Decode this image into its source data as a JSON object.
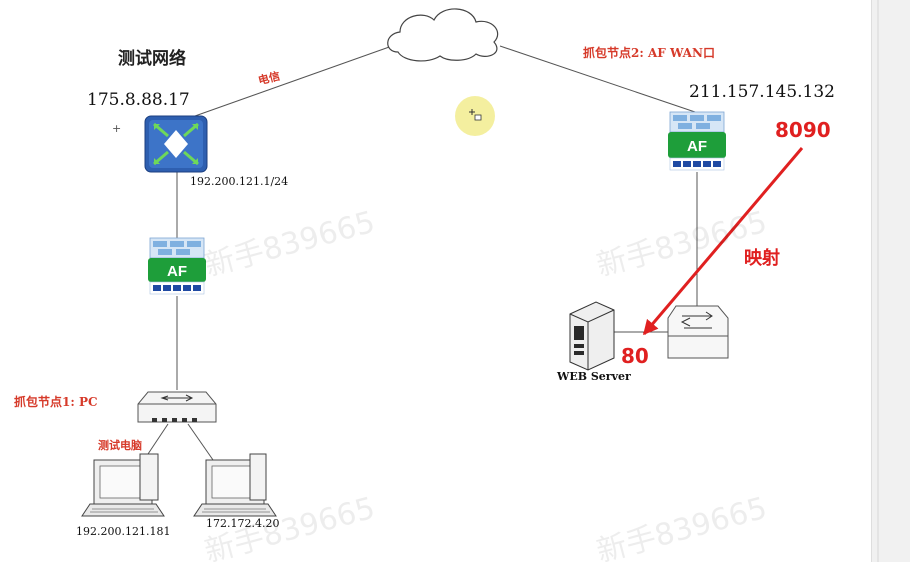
{
  "diagram": {
    "title": "测试网络",
    "telecom_label": "电信",
    "left_public_ip": "175.8.88.17",
    "router_lan_ip": "192.200.121.1/24",
    "capture_node_1": "抓包节点1: PC",
    "test_pc_label": "测试电脑",
    "pc1_ip": "192.200.121.181",
    "pc2_ip": "172.172.4.20",
    "capture_node_2": "抓包节点2: AF WAN口",
    "right_public_ip": "211.157.145.132",
    "firewall_label": "AF",
    "port_external": "8090",
    "mapping_label": "映射",
    "port_internal": "80",
    "server_label": "WEB Server",
    "watermark": "新手839665",
    "plus_mark": "+",
    "colors": {
      "annotation_red": "#d63a2a",
      "arrow_red": "#e02020",
      "af_green": "#1e9e3a",
      "router_blue": "#2e5fb0",
      "cursor_halo": "#f3ee9a"
    }
  }
}
